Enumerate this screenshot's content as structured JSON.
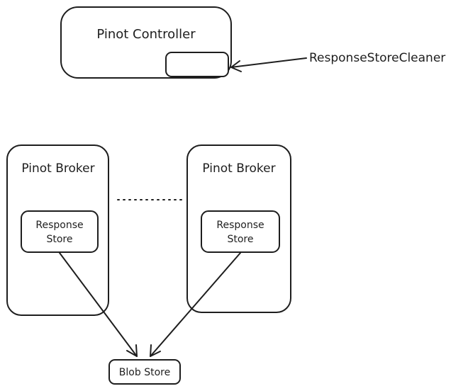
{
  "controller": {
    "title": "Pinot Controller"
  },
  "cleaner": {
    "label": "ResponseStoreCleaner"
  },
  "brokers": [
    {
      "title": "Pinot Broker",
      "store_line1": "Response",
      "store_line2": "Store"
    },
    {
      "title": "Pinot Broker",
      "store_line1": "Response",
      "store_line2": "Store"
    }
  ],
  "blob_store": {
    "label": "Blob Store"
  },
  "colors": {
    "stroke": "#1e1e1e",
    "background": "#ffffff"
  }
}
